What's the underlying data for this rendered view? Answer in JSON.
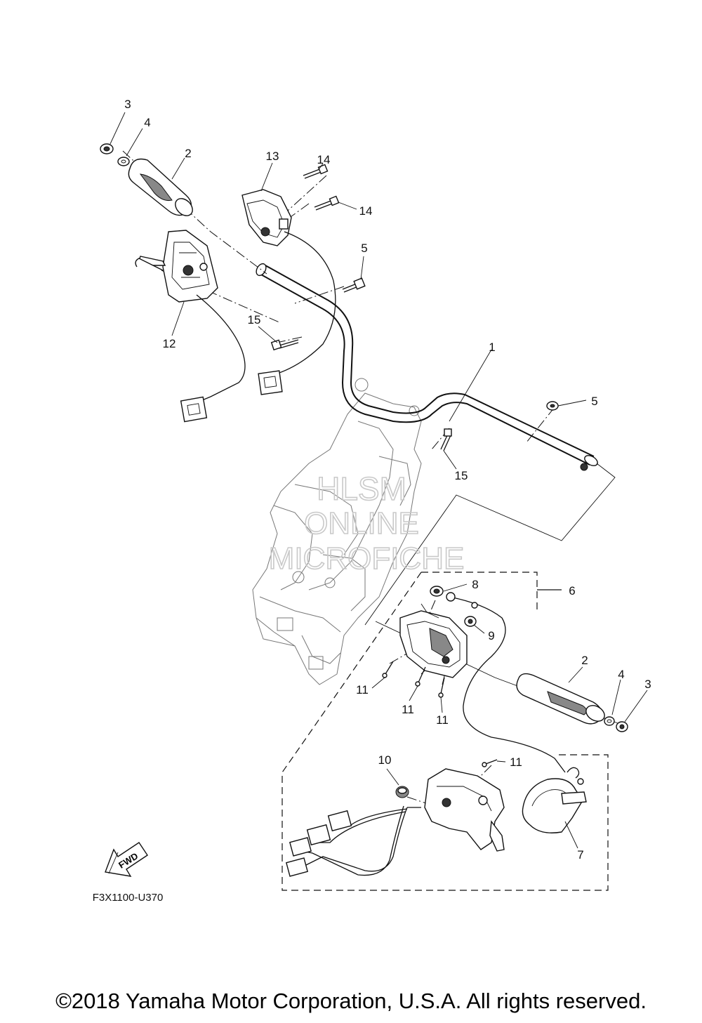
{
  "watermark": {
    "line1": "HLSM",
    "line2": "ONLINE",
    "line3": "MICROFICHE"
  },
  "fwd_label": "FWD",
  "diagram_code": "F3X1100-U370",
  "copyright": "©2018 Yamaha Motor Corporation, U.S.A. All rights reserved.",
  "callouts": {
    "c1": "1",
    "c2a": "2",
    "c2b": "2",
    "c3a": "3",
    "c3b": "3",
    "c4a": "4",
    "c4b": "4",
    "c5a": "5",
    "c5b": "5",
    "c6": "6",
    "c7": "7",
    "c8": "8",
    "c9": "9",
    "c10": "10",
    "c11a": "11",
    "c11b": "11",
    "c11c": "11",
    "c11d": "11",
    "c12": "12",
    "c13": "13",
    "c14a": "14",
    "c14b": "14",
    "c15a": "15",
    "c15b": "15"
  }
}
